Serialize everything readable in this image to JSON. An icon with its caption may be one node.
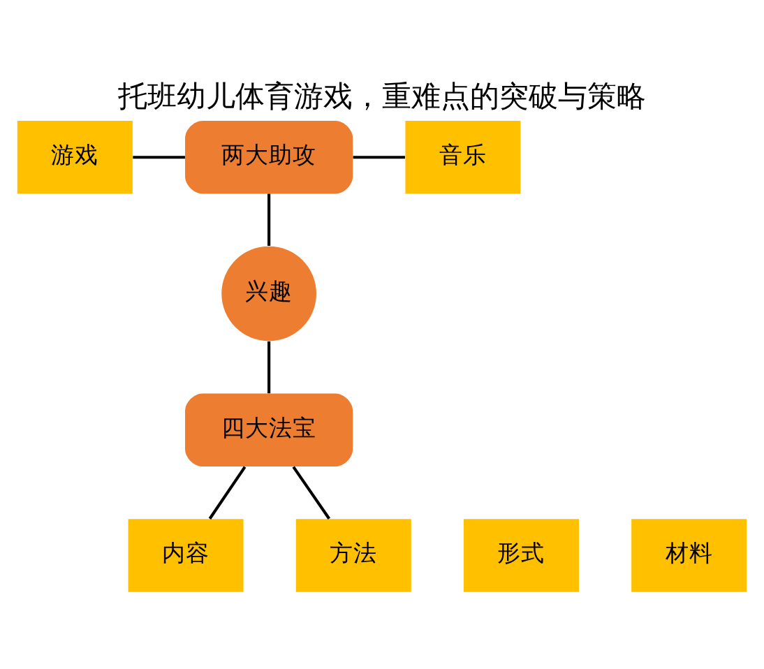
{
  "diagram": {
    "title": "托班幼儿体育游戏，重难点的突破与策略",
    "nodes": [
      {
        "text": [
          "游戏"
        ]
      },
      {
        "text": [
          "两大助攻"
        ]
      },
      {
        "text": [
          "音乐"
        ]
      },
      {
        "text": [
          "兴趣"
        ]
      },
      {
        "text": [
          "四大法宝"
        ]
      },
      {
        "text": [
          "内容"
        ]
      },
      {
        "text": [
          "形式"
        ]
      },
      {
        "text": [
          "材料"
        ]
      },
      {
        "text": [
          "方法"
        ]
      }
    ],
    "edges": [
      {
        "from": 0,
        "to": 1,
        "arrow": "none"
      },
      {
        "from": 1,
        "to": 2,
        "arrow": "none"
      },
      {
        "from": 1,
        "to": 3,
        "arrow": "none"
      },
      {
        "from": 3,
        "to": 4,
        "arrow": "none"
      },
      {
        "from": 4,
        "to": 5,
        "arrow": "none"
      },
      {
        "from": 4,
        "to": 8,
        "arrow": "none"
      }
    ]
  }
}
